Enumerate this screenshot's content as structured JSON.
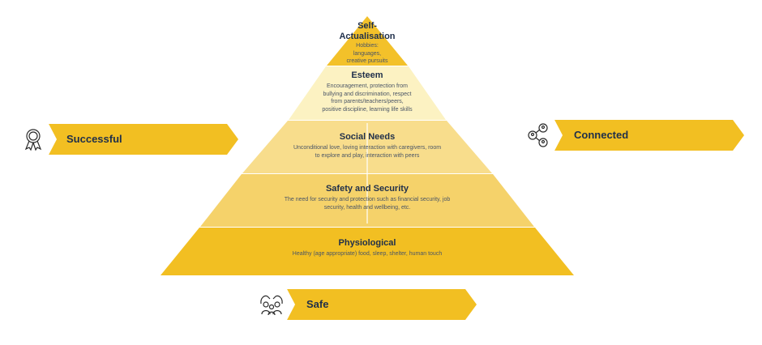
{
  "tiers": [
    {
      "title": "Self-\nActualisation",
      "desc": "Hobbies:\nlanguages,\ncreative pursuits",
      "color": "#f3c12a"
    },
    {
      "title": "Esteem",
      "desc": "Encouragement, protection from\nbullying and discrimination, respect\nfrom parents/teachers/peers,\npositive discipline, learning life skills",
      "color": "#fcf2c2"
    },
    {
      "title": "Social Needs",
      "desc": "Unconditional love, loving interaction with caregivers, room\nto explore and play, interaction with peers",
      "color": "#f8dd8c"
    },
    {
      "title": "Safety and Security",
      "desc": "The need for security and protection such as financial security, job\nsecurity, health and wellbeing, etc.",
      "color": "#f5d26a"
    },
    {
      "title": "Physiological",
      "desc": "Healthy (age appropriate) food, sleep, shelter, human touch",
      "color": "#f2bf22"
    }
  ],
  "badges": {
    "successful": {
      "label": "Successful",
      "icon": "award-ribbon-icon"
    },
    "connected": {
      "label": "Connected",
      "icon": "network-people-icon"
    },
    "safe": {
      "label": "Safe",
      "icon": "protected-family-icon"
    }
  },
  "colors": {
    "accent": "#f2bf22",
    "text": "#1f2f4a"
  }
}
